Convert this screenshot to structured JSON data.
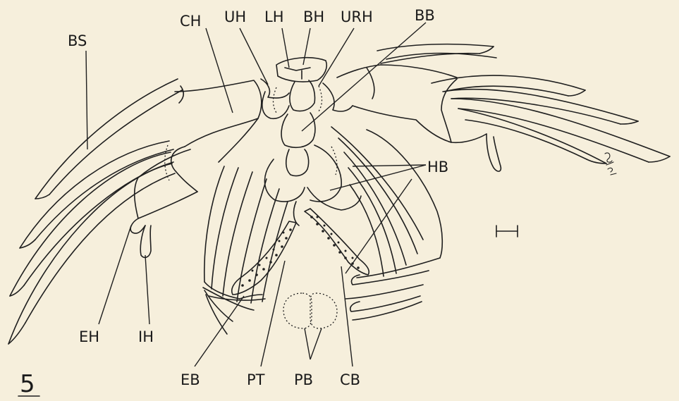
{
  "figure_number": "5",
  "labels": {
    "BS": "BS",
    "CH": "CH",
    "UH": "UH",
    "LH": "LH",
    "BH": "BH",
    "URH": "URH",
    "BB": "BB",
    "HB": "HB",
    "EH": "EH",
    "IH": "IH",
    "EB": "EB",
    "PT": "PT",
    "PB": "PB",
    "CB": "CB"
  },
  "colors": {
    "paper": "#f6efdc",
    "ink": "#1f1f1f"
  }
}
